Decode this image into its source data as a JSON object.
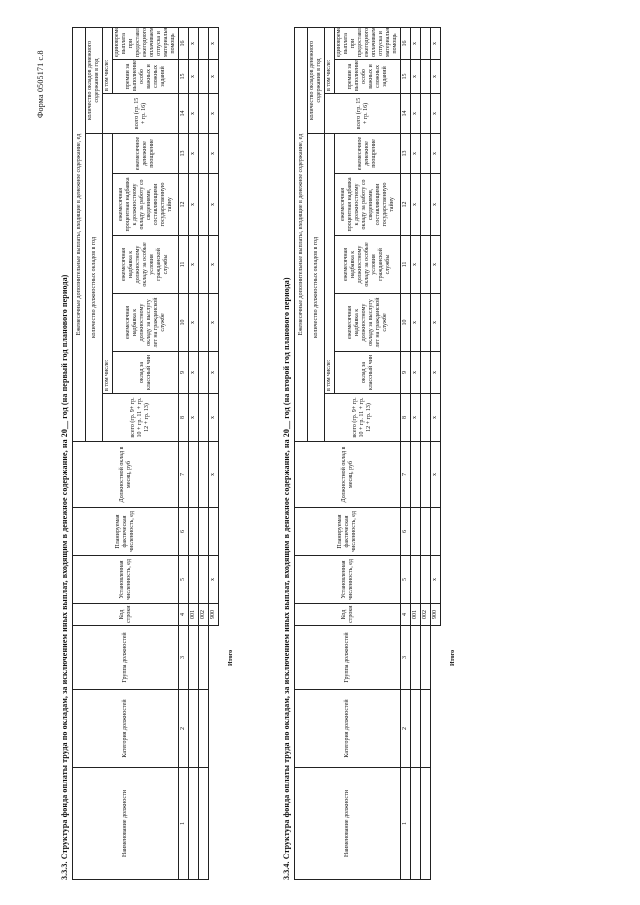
{
  "form_ref": "Форма 0505171 с.8",
  "sections": [
    {
      "title": "3.3.3. Структура фонда оплаты труда по окладам, за исключением иных выплат, входящим в денежное содержание, на 20__ год (на первый год планового периода)"
    },
    {
      "title": "3.3.4. Структура фонда оплаты труда по окладам, за исключением иных выплат, входящим в денежное содержание, на 20__ год (на второй год планового периода)"
    }
  ],
  "headers": {
    "name": "Наименование должности",
    "category": "Категория должностей",
    "group": "Группа должностей",
    "code": "Код строки",
    "staff": "Установленная численность, ед",
    "planned": "Планируемая фактическая численность, ед",
    "salary": "Должностной оклад в месяц, руб",
    "monthly": "Ежемесячные дополнительные выплаты, входящие в денежное содержание, ед",
    "qty_salaries": "количество должностных окладов в год",
    "total_8": "всего (гр. 9+ гр. 10 + гр. 11 + гр. 12 + гр. 13)",
    "incl": "в том числе:",
    "class_rank": "оклад за классный чин",
    "seniority": "ежемесячная надбавка к должностному окладу за выслугу лет на гражданской службе",
    "special": "ежемесячная надбавка к должностному окладу за особые условия гражданской службы",
    "secret": "ежемесячная процентная надбавка к должностному окладу за работу со сведениями, составляющими государственную тайну",
    "bonus": "ежемесячное денежное поощрение",
    "qty_allowance": "количество окладов денежного содержания в год",
    "total_14": "всего (гр. 15 + гр. 16)",
    "premium": "премии за выполнение особо важных и сложных заданий",
    "vacation": "единовременная выплата при предоставлении ежегодного оплачиваемого отпуска и материальная помощь",
    "total_row": "Итого"
  },
  "col_numbers": [
    "1",
    "2",
    "3",
    "4",
    "5",
    "6",
    "7",
    "8",
    "9",
    "10",
    "11",
    "12",
    "13",
    "14",
    "15",
    "16"
  ],
  "rows": [
    {
      "code": "001"
    },
    {
      "code": "002"
    }
  ],
  "total_code": "900",
  "x_mark": "x"
}
